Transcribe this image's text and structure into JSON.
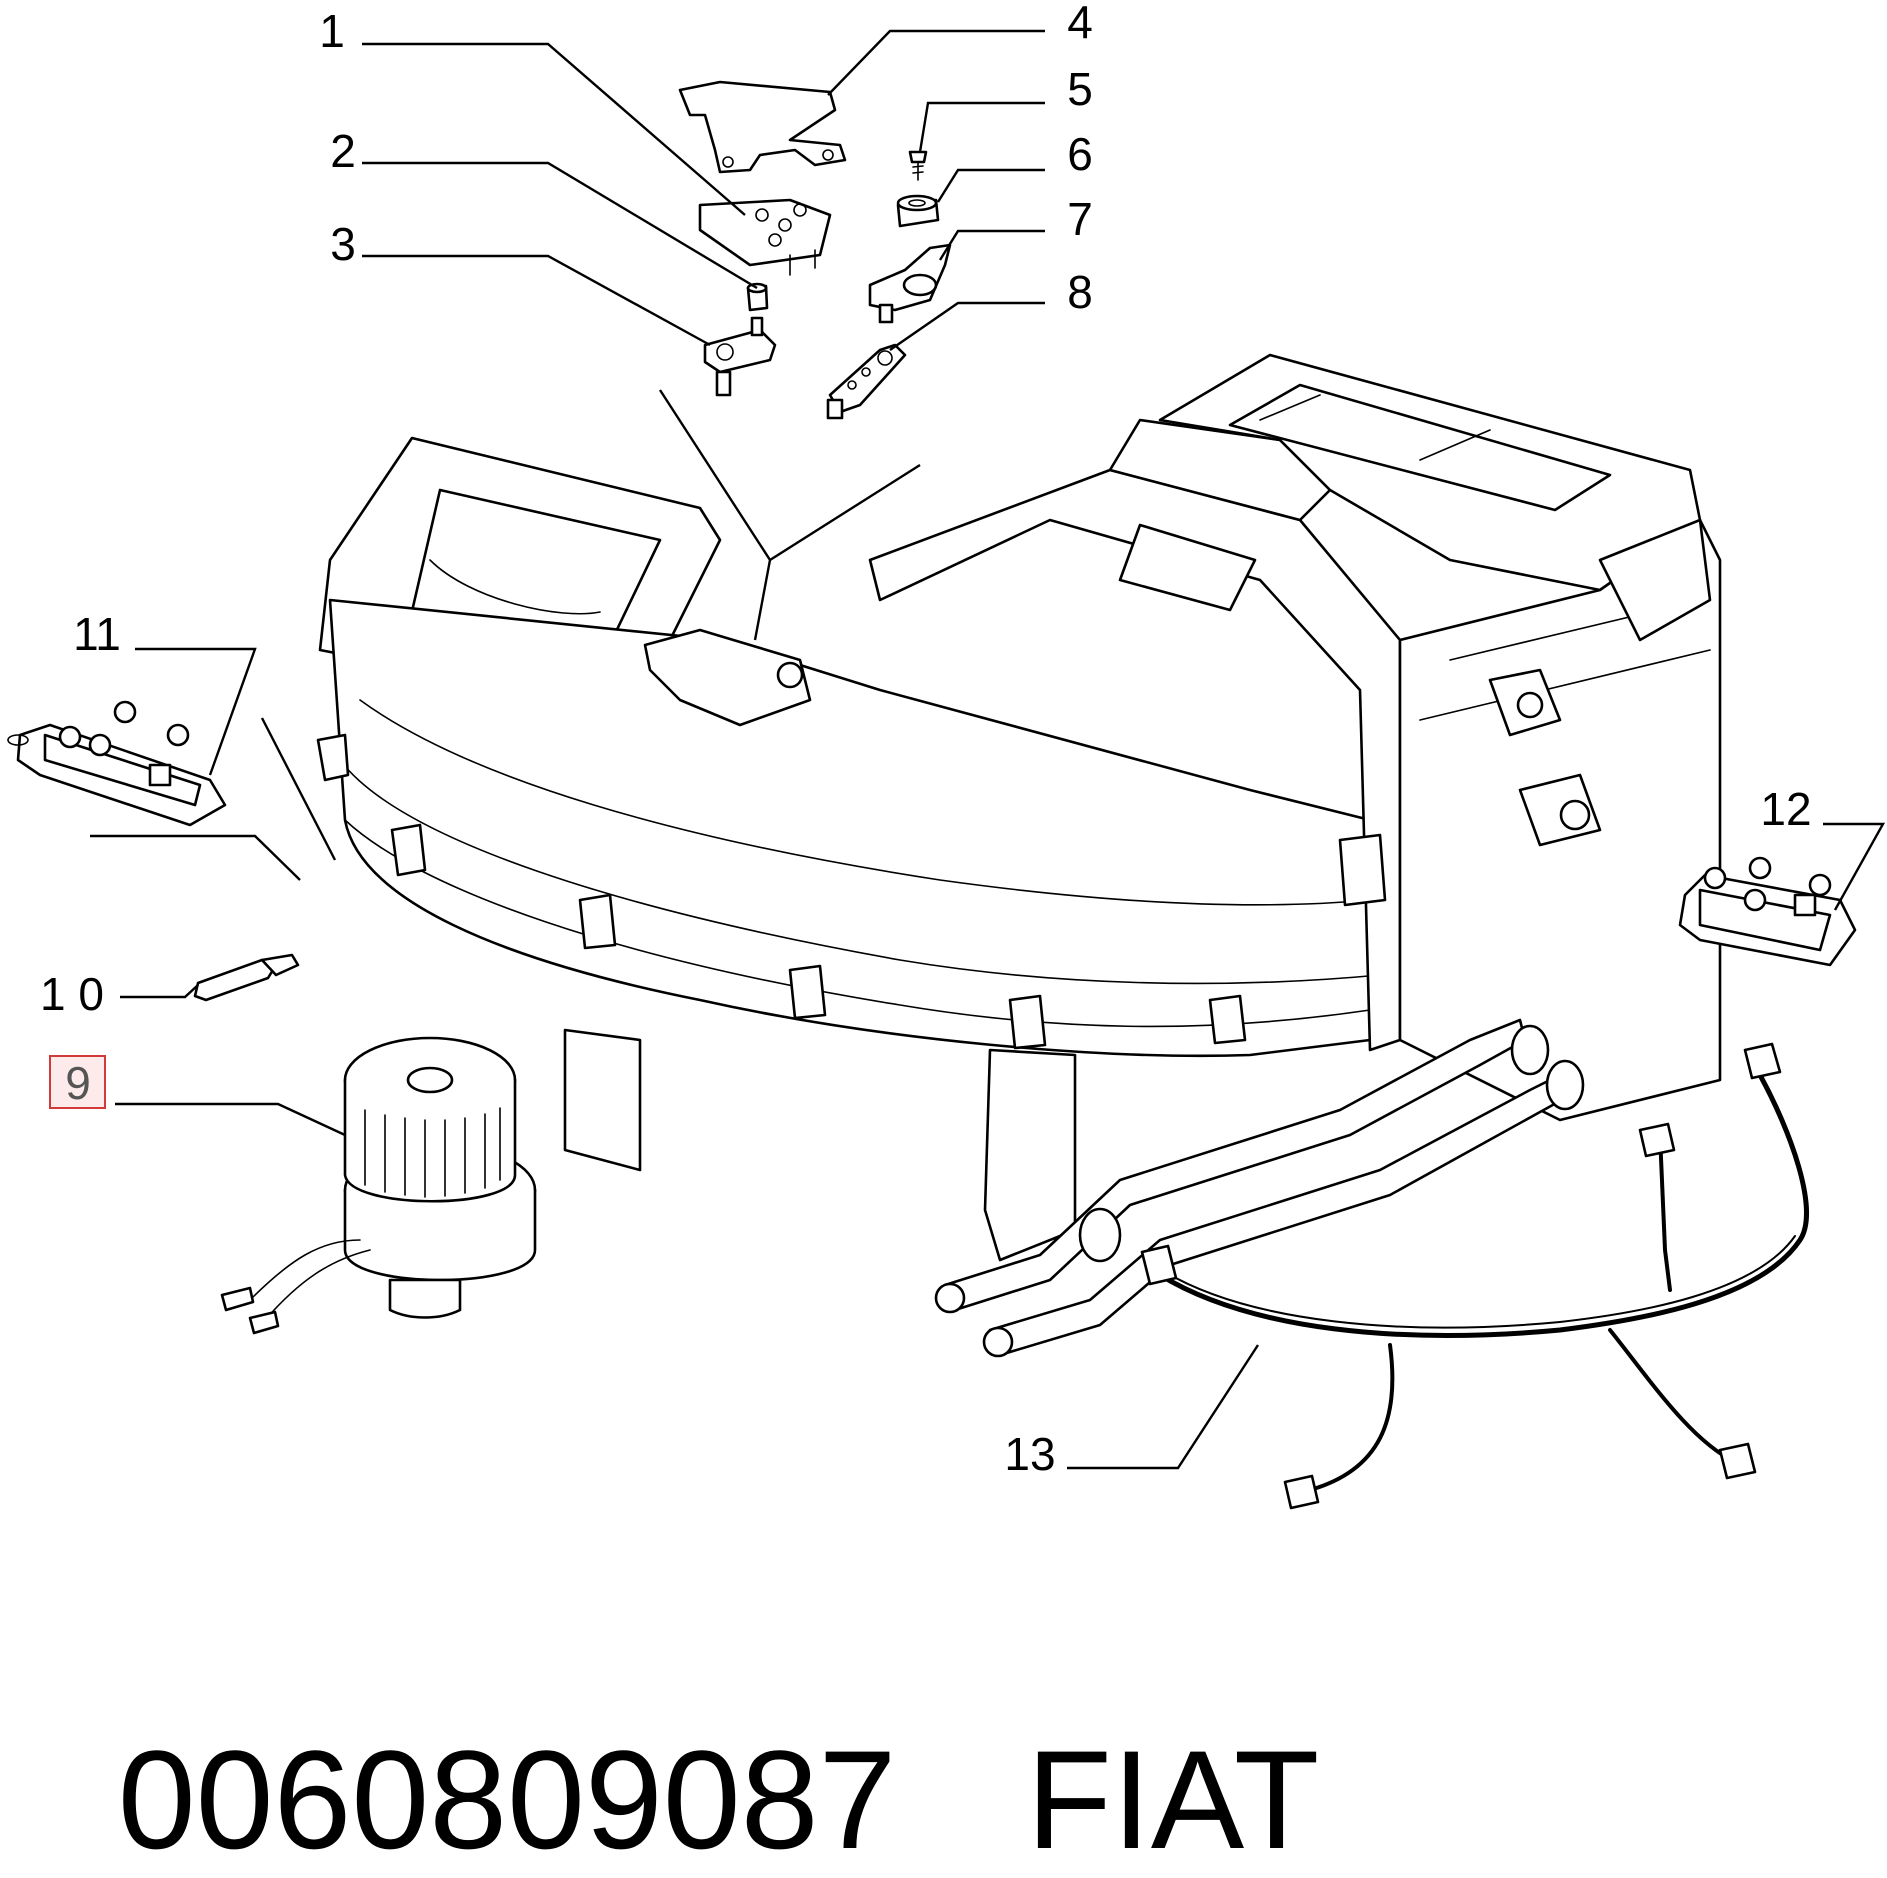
{
  "callouts": {
    "c1": "1",
    "c2": "2",
    "c3": "3",
    "c4": "4",
    "c5": "5",
    "c6": "6",
    "c7": "7",
    "c8": "8",
    "c9": "9",
    "c10": "1 0",
    "c11": "11",
    "c12": "12",
    "c13": "13"
  },
  "highlighted_callout": "9",
  "highlight_color": "#d23a3a",
  "footer": {
    "part_number": "0060809087",
    "brand": "FIAT"
  }
}
